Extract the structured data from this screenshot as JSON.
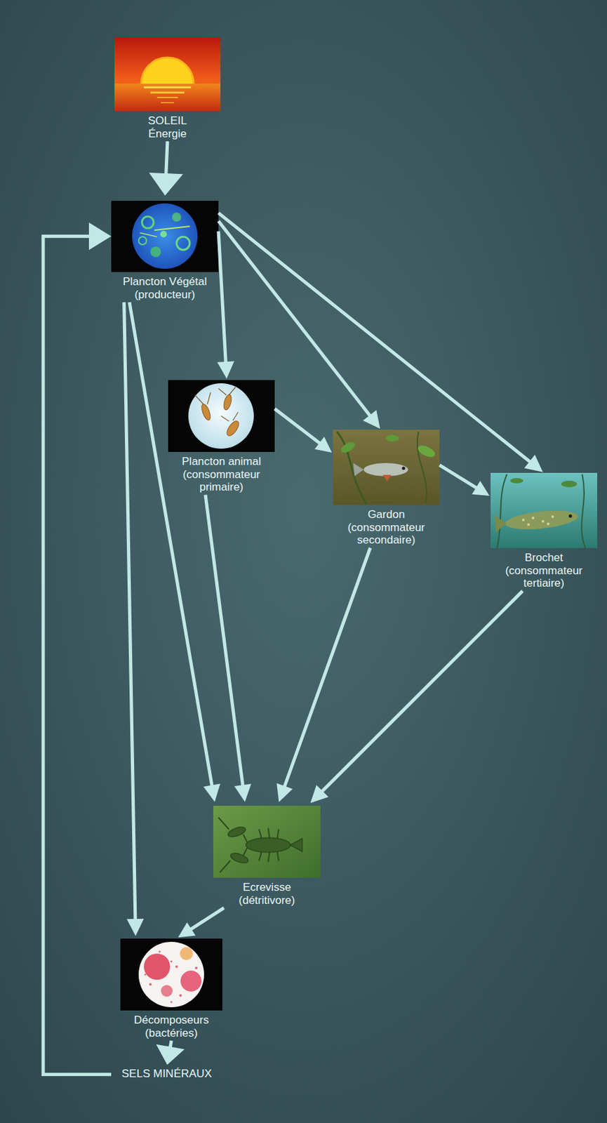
{
  "diagram": {
    "nodes": [
      {
        "text": [
          "SOLEIL",
          "Énergie"
        ]
      },
      {
        "text": [
          "Plancton Végétal",
          "(producteur)"
        ]
      },
      {
        "text": [
          "Plancton animal",
          "(consommateur primaire)"
        ]
      },
      {
        "text": [
          "Gardon",
          "(consommateur secondaire)"
        ]
      },
      {
        "text": [
          "Brochet",
          "(consommateur tertiaire)"
        ]
      },
      {
        "text": [
          "Ecrevisse",
          "(détritivore)"
        ]
      },
      {
        "text": [
          "Décomposeurs",
          "(bactéries)"
        ]
      },
      {
        "text": [
          "SELS MINÉRAUX"
        ]
      }
    ],
    "edges": [
      {
        "from": 0,
        "to": 1,
        "arrow": "to"
      },
      {
        "from": 1,
        "to": 2,
        "arrow": "to"
      },
      {
        "from": 1,
        "to": 3,
        "arrow": "to"
      },
      {
        "from": 1,
        "to": 4,
        "arrow": "to"
      },
      {
        "from": 2,
        "to": 3,
        "arrow": "to"
      },
      {
        "from": 3,
        "to": 4,
        "arrow": "to"
      },
      {
        "from": 1,
        "to": 5,
        "arrow": "to"
      },
      {
        "from": 1,
        "to": 6,
        "arrow": "to"
      },
      {
        "from": 2,
        "to": 5,
        "arrow": "to"
      },
      {
        "from": 3,
        "to": 5,
        "arrow": "to"
      },
      {
        "from": 4,
        "to": 5,
        "arrow": "to"
      },
      {
        "from": 5,
        "to": 6,
        "arrow": "to"
      },
      {
        "from": 6,
        "to": 7,
        "arrow": "to"
      },
      {
        "from": 7,
        "to": 1,
        "arrow": "to"
      }
    ]
  }
}
